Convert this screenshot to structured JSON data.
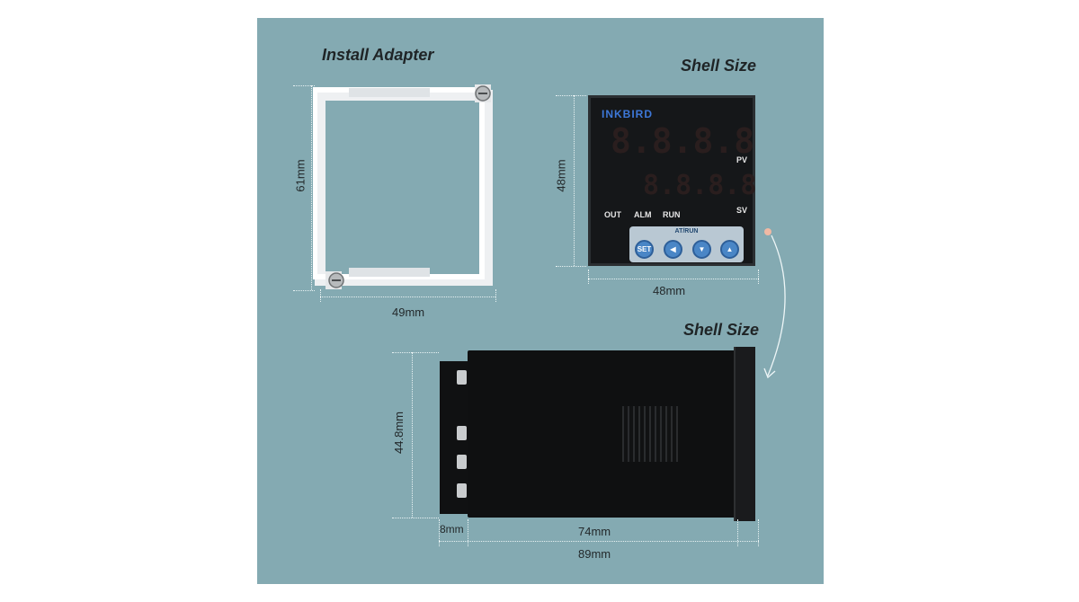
{
  "titles": {
    "install_adapter": "Install Adapter",
    "shell_size_front": "Shell Size",
    "shell_size_side": "Shell Size"
  },
  "dimensions": {
    "adapter_height": "61mm",
    "adapter_width": "49mm",
    "front_height": "48mm",
    "front_width": "48mm",
    "side_height": "44.8mm",
    "side_terminal": "8mm",
    "side_body": "74mm",
    "side_total": "89mm"
  },
  "controller": {
    "brand": "INKBIRD",
    "pv_label": "PV",
    "sv_label": "SV",
    "pv_display": "8.8.8.8",
    "sv_display": "8.8.8.8",
    "indicators": [
      "OUT",
      "ALM",
      "RUN"
    ],
    "keypad_label": "AT/RUN",
    "set_key": "SET"
  },
  "colors": {
    "panel_background": "#84aab2",
    "brand_blue": "#3d78d8",
    "key_blue": "#4a86c6"
  }
}
